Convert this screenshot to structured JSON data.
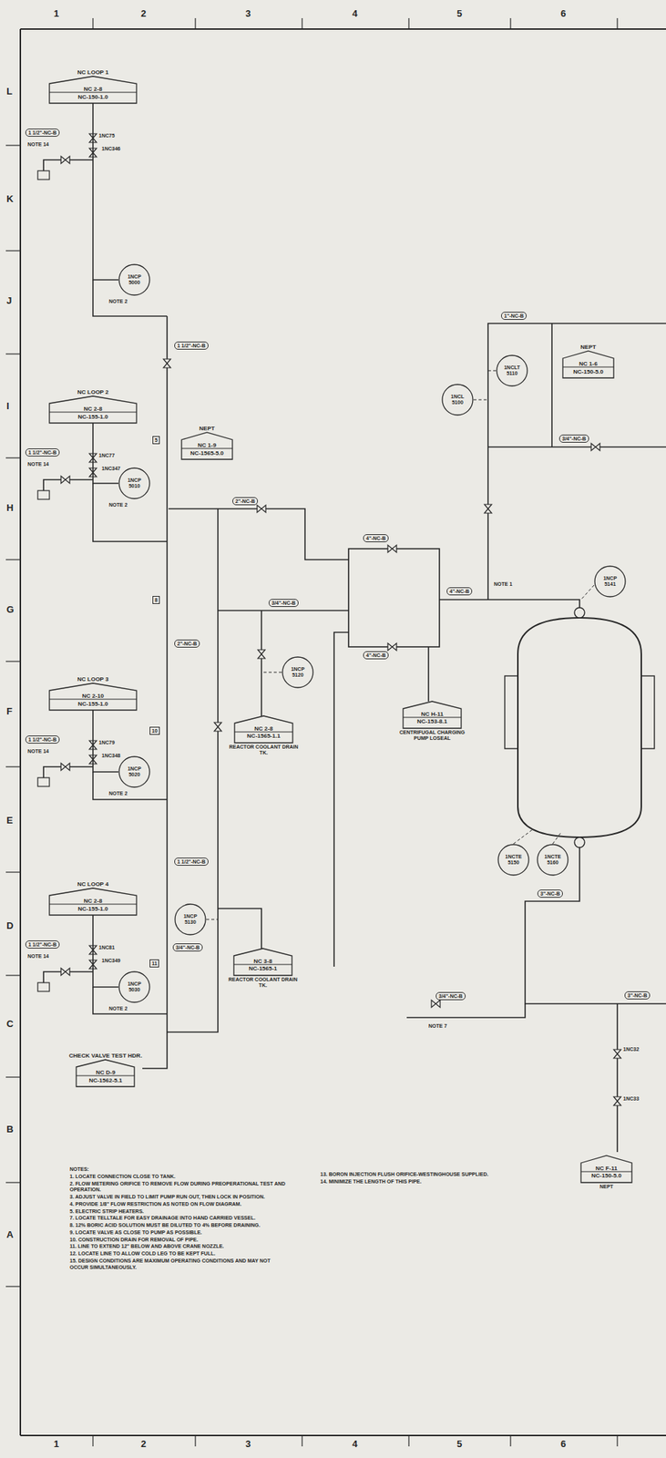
{
  "diagram": {
    "nodes": [
      {
        "text": [
          "NC LOOP 1",
          "NC 2-8",
          "NC-150-1.0"
        ]
      },
      {
        "text": [
          "1NCP 5000"
        ]
      },
      {
        "text": [
          "NC LOOP 2",
          "NC 2-8",
          "NC-155-1.0"
        ]
      },
      {
        "text": [
          "1NCP 5010"
        ]
      },
      {
        "text": [
          "NC LOOP 3",
          "NC 2-10",
          "NC-155-1.0"
        ]
      },
      {
        "text": [
          "1NCP 5020"
        ]
      },
      {
        "text": [
          "NC LOOP 4",
          "NC 2-8",
          "NC-155-1.0"
        ]
      },
      {
        "text": [
          "1NCP 5030"
        ]
      },
      {
        "text": [
          "NEPT",
          "NC 1-9",
          "NC-1565-5.0"
        ]
      },
      {
        "text": [
          "NC 2-8",
          "NC-1565-1.1",
          "REACTOR COOLANT DRAIN TK."
        ]
      },
      {
        "text": [
          "NC 3-8",
          "NC-1565-1",
          "REACTOR COOLANT DRAIN TK."
        ]
      },
      {
        "text": [
          "NC H-11",
          "NC-153-8.1",
          "CENTRIFUGAL CHARGING PUMP LOSEAL"
        ]
      },
      {
        "text": [
          "CHECK VALVE TEST HDR.",
          "NC D-9",
          "NC-1562-5.1"
        ]
      },
      {
        "text": [
          "NEPT",
          "NC 1-6",
          "NC-150-5.0"
        ]
      },
      {
        "text": [
          "NC F-11",
          "NC-150-5.0",
          "NEPT"
        ]
      },
      {
        "text": [
          "1NCP 5120"
        ]
      },
      {
        "text": [
          "1NCP 5130"
        ]
      },
      {
        "text": [
          "1NCLT 5110"
        ]
      },
      {
        "text": [
          "1NCL 5100"
        ]
      },
      {
        "text": [
          "1NCP 5141"
        ]
      },
      {
        "text": [
          "1NCTE 5150"
        ]
      },
      {
        "text": [
          "1NCTE 5160"
        ]
      }
    ],
    "edges": [
      {
        "from": 0,
        "to": 1,
        "arrow": "none"
      },
      {
        "from": 2,
        "to": 3,
        "arrow": "none"
      },
      {
        "from": 4,
        "to": 5,
        "arrow": "none"
      },
      {
        "from": 6,
        "to": 7,
        "arrow": "none"
      }
    ],
    "labels": [
      "1",
      "2",
      "3",
      "4",
      "5",
      "6",
      "1",
      "2",
      "3",
      "4",
      "5",
      "6",
      "L",
      "K",
      "J",
      "I",
      "H",
      "G",
      "F",
      "E",
      "D",
      "C",
      "B",
      "A",
      "1 1/2\"-NC-B",
      "1NC75",
      "1NC346",
      "NOTE 14",
      "NOTE 2",
      "1 1/2\"-NC-B",
      "1NC77",
      "1NC347",
      "NOTE 14",
      "NOTE 2",
      "1 1/2\"-NC-B",
      "1NC79",
      "1NC348",
      "NOTE 14",
      "NOTE 2",
      "1 1/2\"-NC-B",
      "1NC81",
      "1NC349",
      "NOTE 14",
      "NOTE 2",
      "1 1/2\"-NC-B",
      "2\"-NC-B",
      "1 1/2\"-NC-B",
      "3/4\"-NC-B",
      "5",
      "8",
      "10",
      "11",
      "4\"-NC-B",
      "4\"-NC-B",
      "4\"-NC-B",
      "NOTE 1",
      "2\"-NC-B",
      "3/4\"-NC-B",
      "1\"-NC-B",
      "3/4\"-NC-B",
      "3\"-NC-B",
      "3\"-NC-B",
      "3/4\"-NC-B",
      "NOTE 7",
      "1NC32",
      "1NC33",
      "NOTES:",
      "1. LOCATE CONNECTION CLOSE TO TANK.",
      "2. FLOW METERING ORIFICE TO REMOVE FLOW DURING PREOPERATIONAL TEST AND OPERATION.",
      "3. ADJUST VALVE IN FIELD TO LIMIT PUMP RUN OUT, THEN LOCK IN POSITION.",
      "4. PROVIDE 1/8\" FLOW RESTRICTION AS NOTED ON FLOW DIAGRAM.",
      "5. ELECTRIC STRIP HEATERS.",
      "7. LOCATE TELLTALE FOR EASY DRAINAGE INTO HAND CARRIED VESSEL.",
      "8. 12% BORIC ACID SOLUTION MUST BE DILUTED TO 4% BEFORE DRAINING.",
      "9. LOCATE VALVE AS CLOSE TO PUMP AS POSSIBLE.",
      "10. CONSTRUCTION DRAIN FOR REMOVAL OF PIPE.",
      "11. LINE TO EXTEND 12\" BELOW AND ABOVE CRANE NOZZLE.",
      "12. LOCATE LINE TO ALLOW COLD LEG TO BE KEPT FULL.",
      "15. DESIGN CONDITIONS ARE MAXIMUM OPERATING CONDITIONS AND MAY NOT OCCUR SIMULTANEOUSLY.",
      "13. BORON INJECTION FLUSH ORIFICE-WESTINGHOUSE SUPPLIED.",
      "14. MINIMIZE THE LENGTH OF THIS PIPE."
    ]
  }
}
